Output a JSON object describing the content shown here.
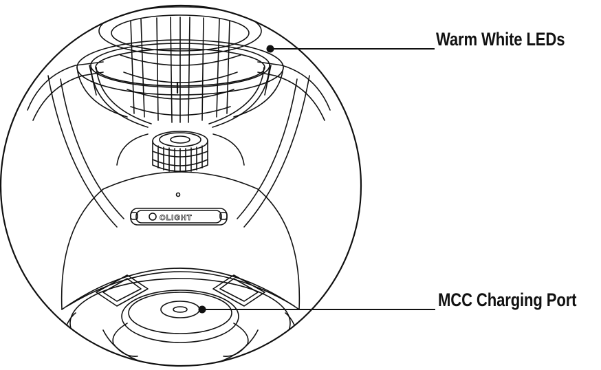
{
  "callouts": {
    "leds": {
      "label": "Warm White LEDs"
    },
    "port": {
      "label": "MCC Charging Port"
    }
  },
  "device": {
    "brand": "OLIGHT"
  },
  "style": {
    "line_color": "#111111",
    "background": "#ffffff"
  }
}
